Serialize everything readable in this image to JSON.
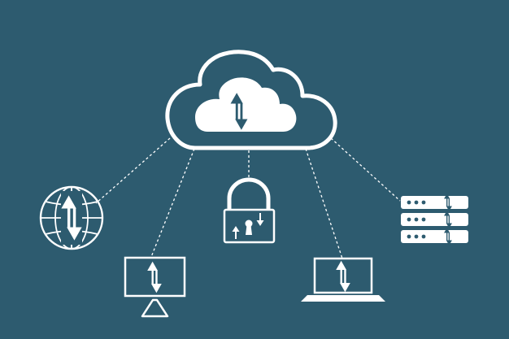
{
  "colors": {
    "background": "#2d5b6f",
    "foreground": "#ffffff"
  },
  "nodes": [
    {
      "name": "cloud",
      "icon": "cloud-upload-download-icon"
    },
    {
      "name": "globe",
      "icon": "globe-transfer-icon"
    },
    {
      "name": "monitor",
      "icon": "monitor-transfer-icon"
    },
    {
      "name": "padlock",
      "icon": "padlock-transfer-icon"
    },
    {
      "name": "laptop",
      "icon": "laptop-transfer-icon"
    },
    {
      "name": "server",
      "icon": "server-rack-transfer-icon"
    }
  ],
  "connections": [
    {
      "from": "cloud",
      "to": "globe",
      "style": "dashed"
    },
    {
      "from": "cloud",
      "to": "monitor",
      "style": "dashed"
    },
    {
      "from": "cloud",
      "to": "padlock",
      "style": "dashed"
    },
    {
      "from": "cloud",
      "to": "laptop",
      "style": "dashed"
    },
    {
      "from": "cloud",
      "to": "server",
      "style": "dashed"
    }
  ]
}
